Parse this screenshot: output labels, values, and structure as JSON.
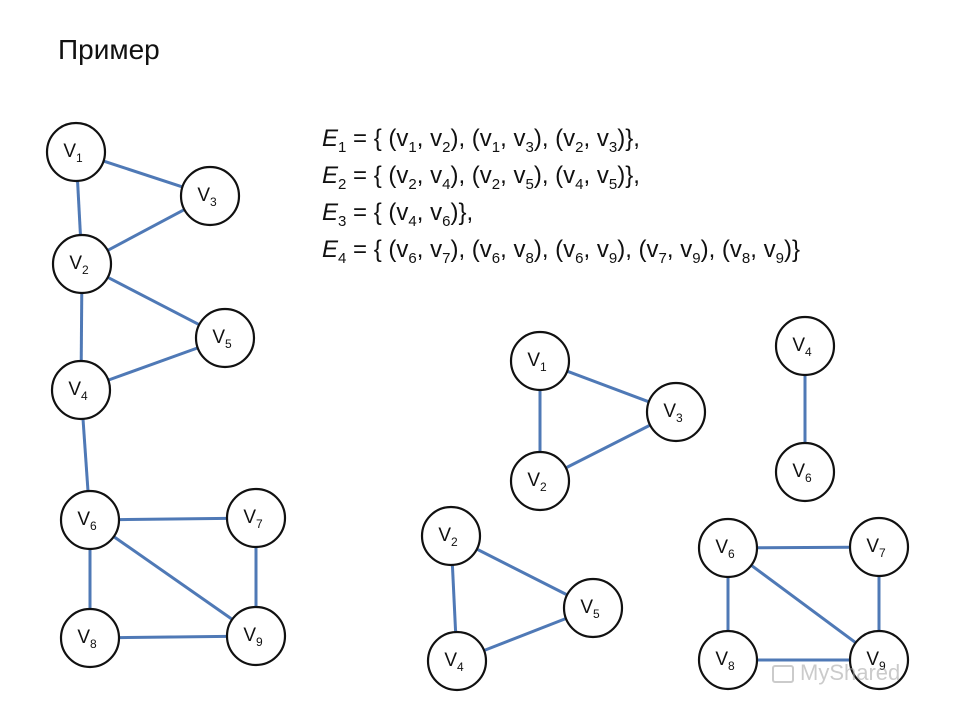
{
  "title": "Пример",
  "edge_sets": [
    {
      "name": "E",
      "index": "1",
      "pairs": [
        [
          "1",
          "2"
        ],
        [
          "1",
          "3"
        ],
        [
          "2",
          "3"
        ]
      ]
    },
    {
      "name": "E",
      "index": "2",
      "pairs": [
        [
          "2",
          "4"
        ],
        [
          "2",
          "5"
        ],
        [
          "4",
          "5"
        ]
      ]
    },
    {
      "name": "E",
      "index": "3",
      "pairs": [
        [
          "4",
          "6"
        ]
      ]
    },
    {
      "name": "E",
      "index": "4",
      "pairs": [
        [
          "6",
          "7"
        ],
        [
          "6",
          "8"
        ],
        [
          "6",
          "9"
        ],
        [
          "7",
          "9"
        ],
        [
          "8",
          "9"
        ]
      ]
    }
  ],
  "vertex_letter": "v",
  "graphs": [
    {
      "id": "full",
      "nodes": [
        "1",
        "2",
        "3",
        "4",
        "5",
        "6",
        "7",
        "8",
        "9"
      ],
      "edges": [
        [
          "1",
          "2"
        ],
        [
          "1",
          "3"
        ],
        [
          "2",
          "3"
        ],
        [
          "2",
          "4"
        ],
        [
          "2",
          "5"
        ],
        [
          "4",
          "5"
        ],
        [
          "4",
          "6"
        ],
        [
          "6",
          "7"
        ],
        [
          "6",
          "8"
        ],
        [
          "6",
          "9"
        ],
        [
          "7",
          "9"
        ],
        [
          "8",
          "9"
        ]
      ]
    },
    {
      "id": "component-1",
      "nodes": [
        "1",
        "2",
        "3"
      ],
      "edges": [
        [
          "1",
          "2"
        ],
        [
          "1",
          "3"
        ],
        [
          "2",
          "3"
        ]
      ]
    },
    {
      "id": "component-2",
      "nodes": [
        "2",
        "4",
        "5"
      ],
      "edges": [
        [
          "2",
          "4"
        ],
        [
          "2",
          "5"
        ],
        [
          "4",
          "5"
        ]
      ]
    },
    {
      "id": "component-3",
      "nodes": [
        "4",
        "6"
      ],
      "edges": [
        [
          "4",
          "6"
        ]
      ]
    },
    {
      "id": "component-4",
      "nodes": [
        "6",
        "7",
        "8",
        "9"
      ],
      "edges": [
        [
          "6",
          "7"
        ],
        [
          "6",
          "8"
        ],
        [
          "6",
          "9"
        ],
        [
          "7",
          "9"
        ],
        [
          "8",
          "9"
        ]
      ]
    }
  ],
  "colors": {
    "edge": "#4f79b6",
    "node_stroke": "#111111",
    "node_fill": "#ffffff"
  },
  "watermark": {
    "text": "MyShared",
    "icon": "presentation-icon"
  }
}
